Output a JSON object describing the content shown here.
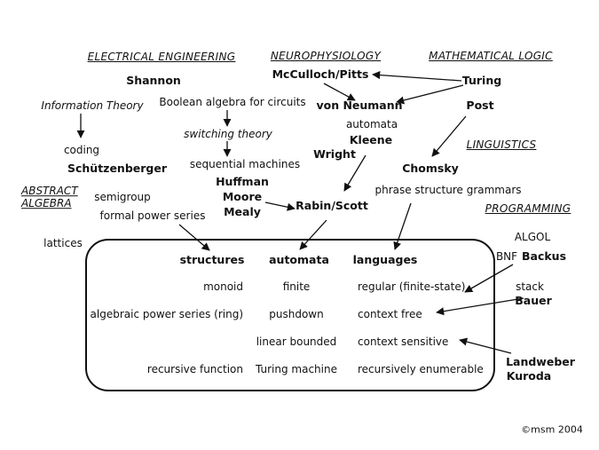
{
  "headers": {
    "electrical_engineering": "ELECTRICAL ENGINEERING",
    "neurophysiology": "NEUROPHYSIOLOGY",
    "mathematical_logic": "MATHEMATICAL LOGIC",
    "linguistics": "LINGUISTICS",
    "abstract_algebra_1": "ABSTRACT",
    "abstract_algebra_2": "ALGEBRA",
    "programming": "PROGRAMMING"
  },
  "people": {
    "shannon": "Shannon",
    "mcculloch_pitts": "McCulloch/Pitts",
    "turing": "Turing",
    "von_neumann": "von Neumann",
    "post": "Post",
    "kleene": "Kleene",
    "wright": "Wright",
    "chomsky": "Chomsky",
    "schutzenberger": "Schützenberger",
    "huffman": "Huffman",
    "moore": "Moore",
    "mealy": "Mealy",
    "rabin_scott": "Rabin/Scott",
    "backus": "Backus",
    "bauer": "Bauer",
    "landweber": "Landweber",
    "kuroda": "Kuroda"
  },
  "topics": {
    "information_theory": "Information Theory",
    "boolean_algebra": "Boolean algebra for circuits",
    "switching_theory": "switching theory",
    "coding": "coding",
    "automata_label": "automata",
    "sequential_machines": "sequential machines",
    "semigroup": "semigroup",
    "formal_power_series": "formal power series",
    "phrase_structure": "phrase structure grammars",
    "lattices": "lattices",
    "algol": "ALGOL",
    "bnf": "BNF",
    "stack": "stack"
  },
  "table": {
    "headers": [
      "structures",
      "automata",
      "languages"
    ],
    "rows": [
      [
        "monoid",
        "finite",
        "regular (finite-state)"
      ],
      [
        "algebraic power series (ring)",
        "pushdown",
        "context free"
      ],
      [
        "",
        "linear bounded",
        "context sensitive"
      ],
      [
        "recursive function",
        "Turing machine",
        "recursively enumerable"
      ]
    ]
  },
  "copyright": "©msm 2004"
}
